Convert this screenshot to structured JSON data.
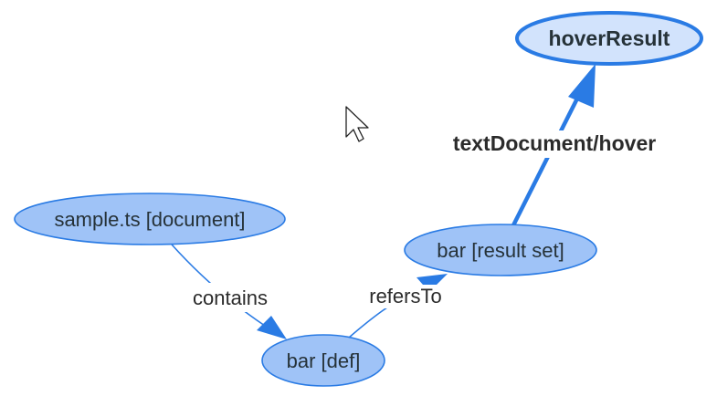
{
  "diagram": {
    "nodes": {
      "document": {
        "label": "sample.ts [document]"
      },
      "def": {
        "label": "bar [def]"
      },
      "result_set": {
        "label": "bar [result set]"
      },
      "hover_result": {
        "label": "hoverResult"
      }
    },
    "edges": {
      "contains": {
        "label": "contains"
      },
      "refers_to": {
        "label": "refersTo"
      },
      "text_document_hover": {
        "label": "textDocument/hover"
      }
    }
  },
  "colors": {
    "node_fill": "#9fc3f7",
    "node_fill_light": "#d2e3fc",
    "node_stroke": "#2a7be4",
    "edge": "#2a7be4",
    "text": "#263238"
  },
  "cursor": {
    "icon": "mouse-pointer-icon"
  }
}
